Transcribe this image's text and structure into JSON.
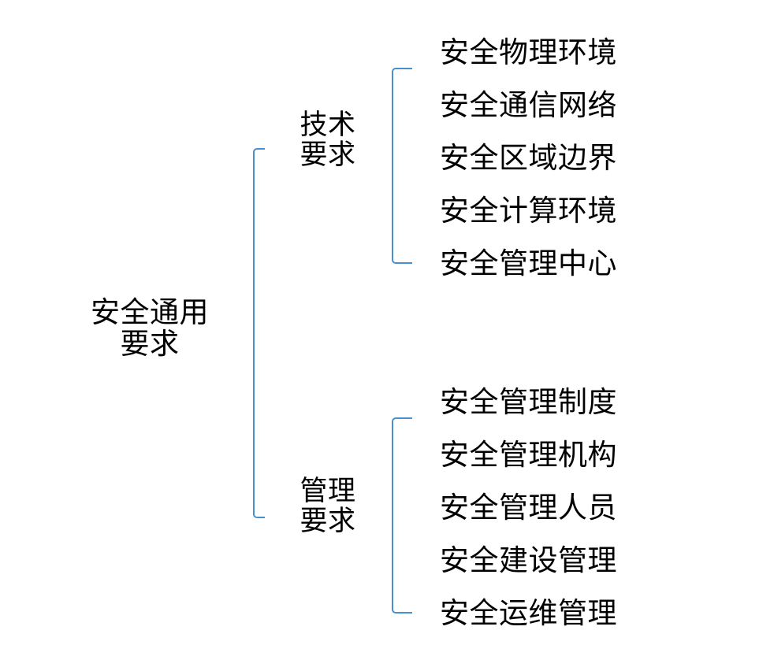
{
  "diagram": {
    "type": "hierarchy-tree",
    "orientation": "left-to-right",
    "accent_color": "#4a90cc",
    "text_color": "#000000",
    "background_color": "#ffffff",
    "root": {
      "label": "安全通用要求",
      "line1": "安全通用",
      "line2": "要求"
    },
    "branches": [
      {
        "id": "technical",
        "label": "技术要求",
        "line1": "技术",
        "line2": "要求",
        "children": [
          {
            "label": "安全物理环境"
          },
          {
            "label": "安全通信网络"
          },
          {
            "label": "安全区域边界"
          },
          {
            "label": "安全计算环境"
          },
          {
            "label": "安全管理中心"
          }
        ]
      },
      {
        "id": "management",
        "label": "管理要求",
        "line1": "管理",
        "line2": "要求",
        "children": [
          {
            "label": "安全管理制度"
          },
          {
            "label": "安全管理机构"
          },
          {
            "label": "安全管理人员"
          },
          {
            "label": "安全建设管理"
          },
          {
            "label": "安全运维管理"
          }
        ]
      }
    ]
  }
}
